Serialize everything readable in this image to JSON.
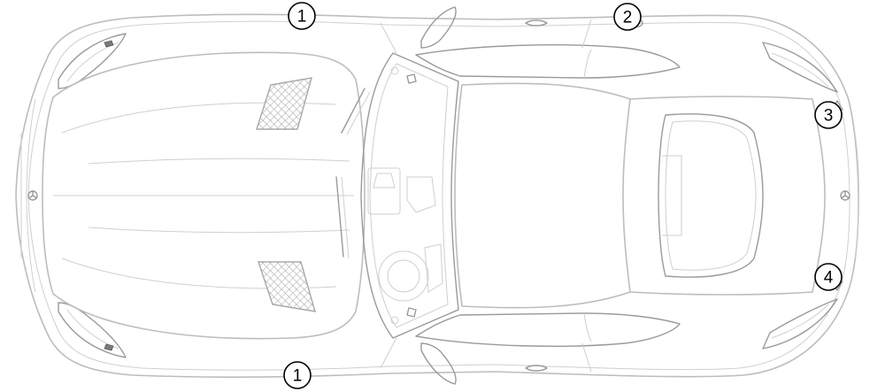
{
  "callouts": [
    {
      "label": "1"
    },
    {
      "label": "2"
    },
    {
      "label": "3"
    },
    {
      "label": "4"
    },
    {
      "label": "1"
    }
  ]
}
